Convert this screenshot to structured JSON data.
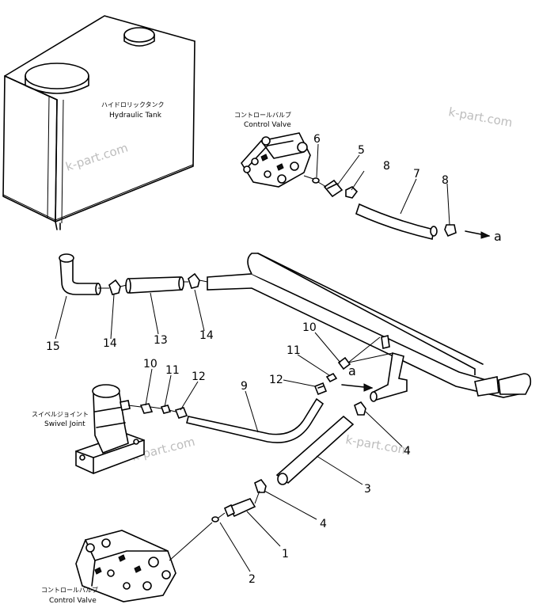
{
  "labels": {
    "tank_jp": "ハイドロリックタンク",
    "tank_en": "Hydraulic Tank",
    "cv_top_jp": "コントロールバルブ",
    "cv_top_en": "Control Valve",
    "swivel_jp": "スイベルジョイント",
    "swivel_en": "Swivel Joint",
    "cv_bottom_jp": "コントロールバルブ",
    "cv_bottom_en": "Control Valve",
    "arrow_a_top": "a",
    "arrow_a_mid": "a"
  },
  "watermark": "k-part.com",
  "part_numbers": {
    "p1": "1",
    "p2": "2",
    "p3": "3",
    "p4_right": "4",
    "p4_lower": "4",
    "p5": "5",
    "p6": "6",
    "p7": "7",
    "p8_a": "8",
    "p8_b": "8",
    "p9": "9",
    "p10_a": "10",
    "p10_b": "10",
    "p11_a": "11",
    "p11_b": "11",
    "p12_a": "12",
    "p12_b": "12",
    "p13": "13",
    "p14_a": "14",
    "p14_b": "14",
    "p15": "15"
  }
}
